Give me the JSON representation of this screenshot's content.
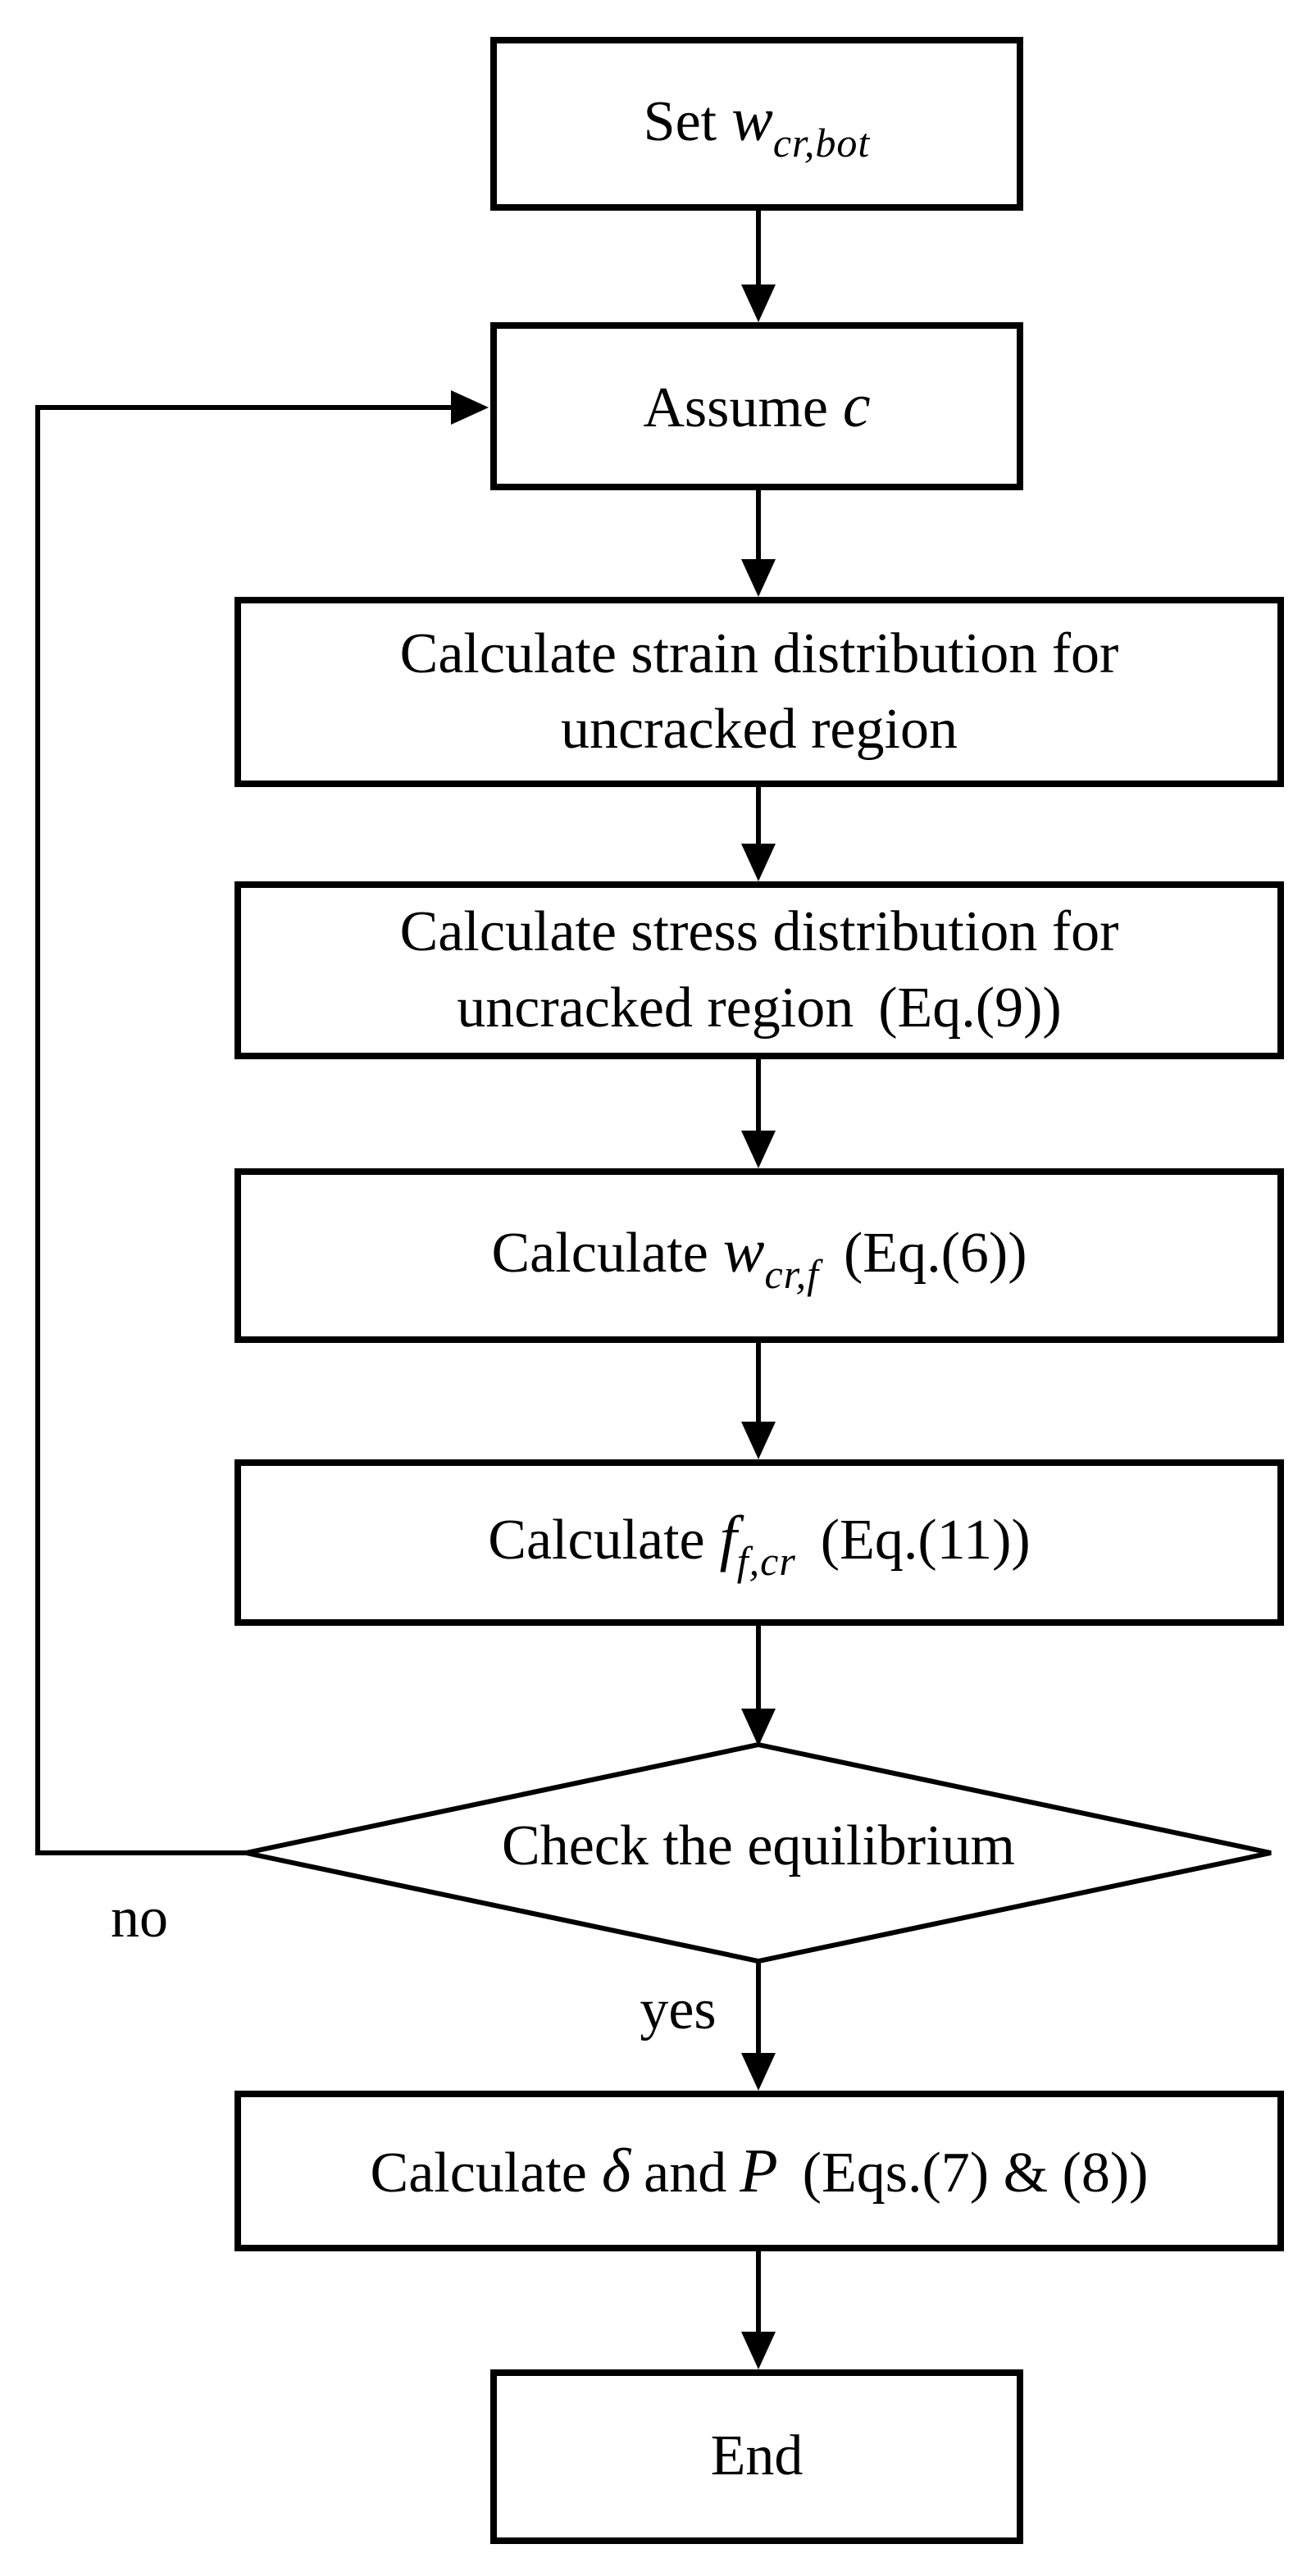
{
  "diagram": {
    "type": "flowchart",
    "colors": {
      "line": "#000000",
      "background": "#ffffff",
      "text": "#000000"
    },
    "nodes": {
      "set": {
        "prefix": "Set",
        "var": "w",
        "sub": "cr,bot"
      },
      "assume": {
        "prefix": "Assume",
        "var": "c"
      },
      "strain": {
        "line1": "Calculate strain distribution for",
        "line2": "uncracked region"
      },
      "stress": {
        "line1": "Calculate stress distribution for",
        "line2": "uncracked region",
        "eq": "(Eq.(9))"
      },
      "wcrf": {
        "prefix": "Calculate",
        "var": "w",
        "sub": "cr,f",
        "eq": "(Eq.(6))"
      },
      "ffcr": {
        "prefix": "Calculate",
        "var": "f",
        "sub": "f,cr",
        "eq": "(Eq.(11))"
      },
      "decision": {
        "label": "Check the equilibrium"
      },
      "deltap": {
        "prefix": "Calculate",
        "var1": "δ",
        "mid": "and",
        "var2": "P",
        "eq": "(Eqs.(7) & (8))"
      },
      "end": {
        "label": "End"
      }
    },
    "edge_labels": {
      "no": "no",
      "yes": "yes"
    }
  }
}
